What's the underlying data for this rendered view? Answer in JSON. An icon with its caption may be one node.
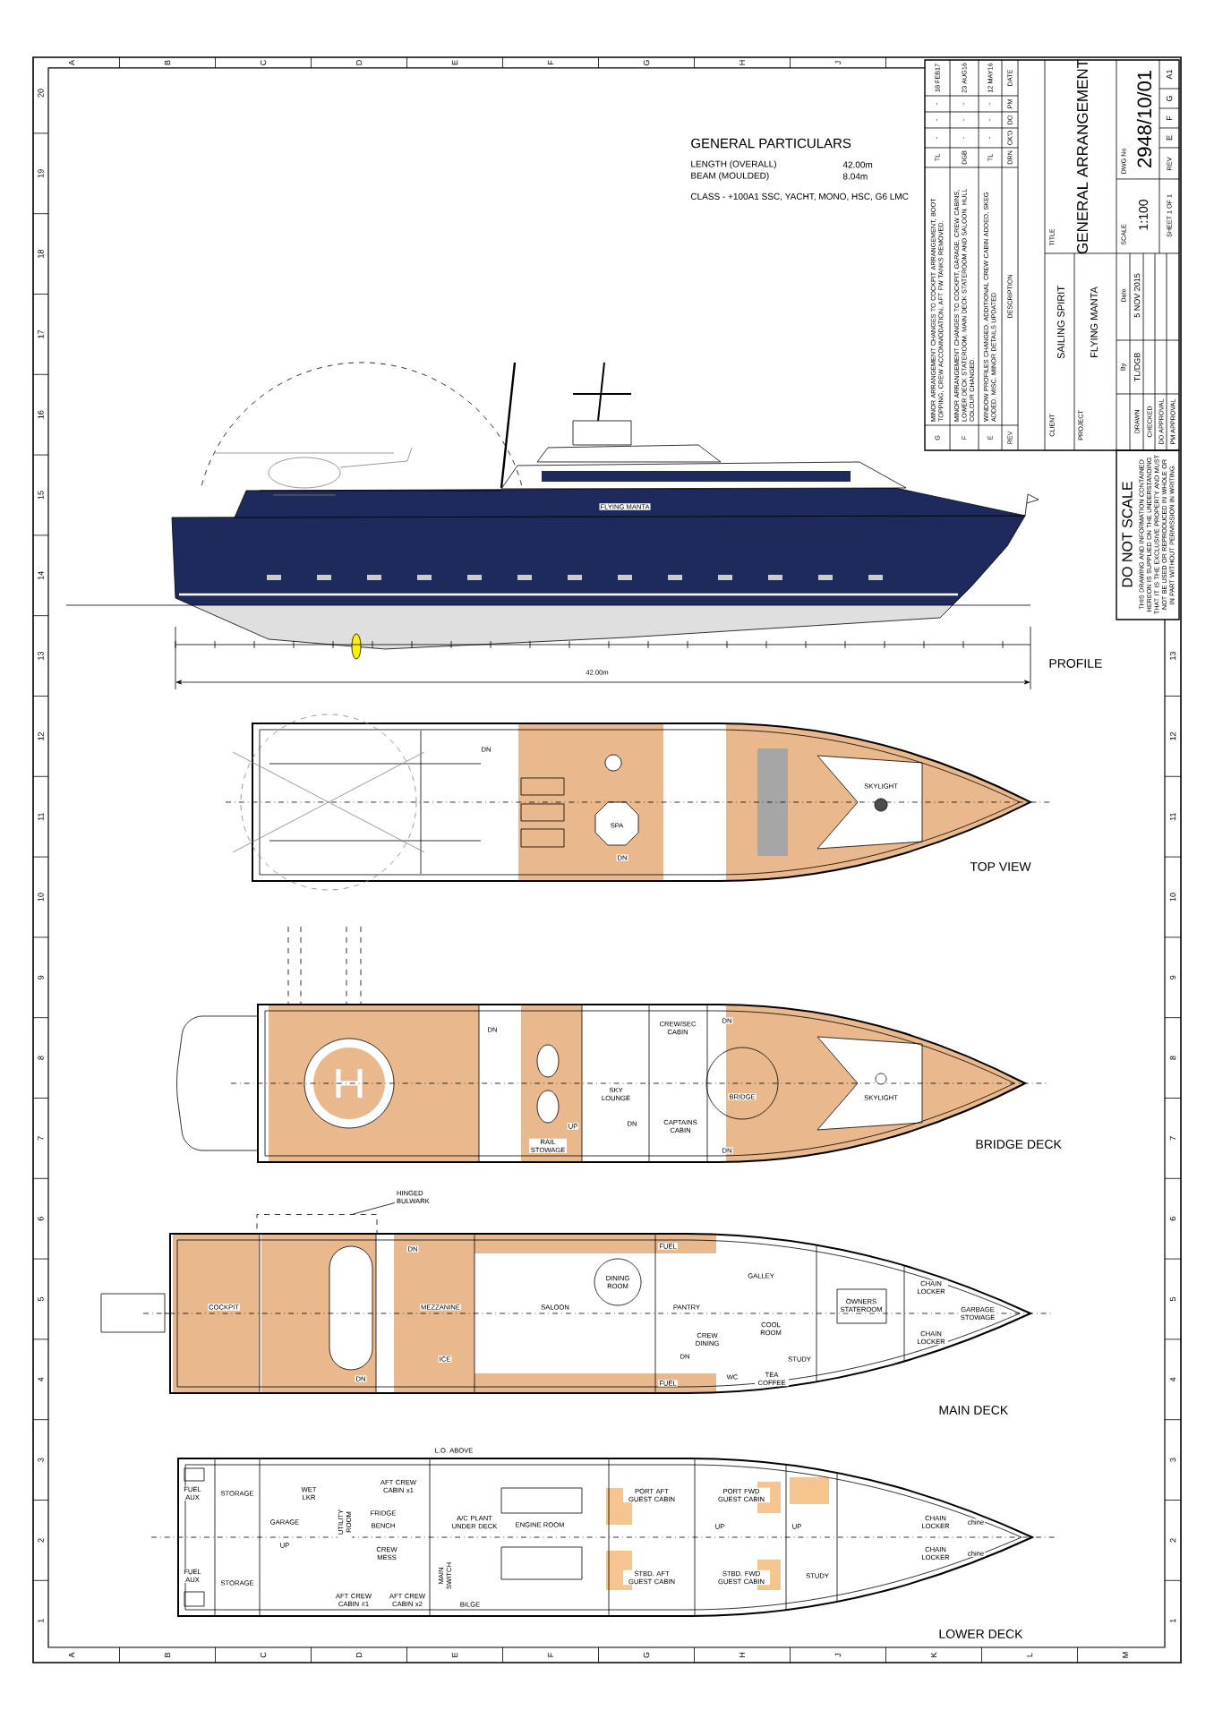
{
  "diagram": {
    "nodes": [
      {
        "text": [
          "HINGED BULWARK"
        ]
      },
      {
        "text": [],
        "shape": "box"
      }
    ],
    "edges": [
      {
        "from": 0,
        "to": 1,
        "arrow": "none"
      }
    ],
    "labels": [
      "A",
      "B",
      "C",
      "D",
      "E",
      "F",
      "G",
      "H",
      "J",
      "20",
      "19",
      "18",
      "17",
      "16",
      "15",
      "14",
      "13",
      "12",
      "11",
      "10",
      "9",
      "8",
      "7",
      "6",
      "5",
      "4",
      "3",
      "2",
      "1",
      "13",
      "12",
      "11",
      "10",
      "9",
      "8",
      "7",
      "6",
      "5",
      "4",
      "3",
      "2",
      "1",
      "A",
      "B",
      "C",
      "D",
      "E",
      "F",
      "G",
      "H",
      "J",
      "K",
      "L",
      "M",
      "GENERAL PARTICULARS",
      "LENGTH (OVERALL)",
      "42.00m",
      "BEAM (MOULDED)",
      "8.04m",
      "CLASS - +100A1 SSC, YACHT, MONO, HSC, G6 LMC",
      "G",
      "MINOR ARRANGEMENT CHANGES TO COCKPIT ARRANGEMENT, BOOT TOPPING, CREW ACCOMMODATION, AFT FW TANKS REMOVED.",
      "TL",
      "-",
      "-",
      "-",
      "18 FEB17",
      "F",
      "MINOR ARRANGEMENT CHANGES TO COCKPIT, GARAGE, CREW CABINS, LOWER DECK STATEROOM, MAIN DECK STATEROOM AND SALOON. HULL COLOUR CHANGED.",
      "DGB",
      "-",
      "-",
      "-",
      "23 AUG16",
      "E",
      "WINDOW PROFILES CHANGED, ADDITIONAL CREW CABIN ADDED, SKEG ADDED, MISC. MINOR DETAILS UPDATED",
      "TL",
      "-",
      "-",
      "-",
      "12 MAY16",
      "REV",
      "DESCRIPTION",
      "DRN",
      "CK'D",
      "DO",
      "PM",
      "DATE",
      "CLIENT",
      "SAILING SPIRIT",
      "PROJECT",
      "FLYING MANTA",
      "TITLE",
      "GENERAL ARRANGEMENT",
      "By",
      "Date",
      "DRAWN",
      "TL/DGB",
      "5 NOV 2015",
      "CHECKED",
      "DO APPROVAL",
      "PM APPROVAL",
      "SCALE",
      "1:100",
      "DWG No",
      "2948/10/01",
      "SHEET 1 OF 1",
      "REV",
      "E",
      "F",
      "G",
      "A1",
      "DO NOT SCALE",
      "THIS DRAWING AND INFORMATION CONTAINED HEREON IS SUPPLIED ON THE UNDERSTANDING THAT IT IS THE EXCLUSIVE PROPERTY AND MUST NOT BE USED OR REPRODUCED IN WHOLE OR IN PART WITHOUT PERMISSION IN WRITING.",
      "FLYING MANTA",
      "42.00m",
      "PROFILE",
      "DN",
      "SKYLIGHT",
      "SPA",
      "DN",
      "TOP VIEW",
      "DN",
      "CREW/SEC CABIN",
      "DN",
      "SKY LOUNGE",
      "BRIDGE",
      "SKYLIGHT",
      "RAIL STOWAGE",
      "UP",
      "DN",
      "CAPTAINS CABIN",
      "DN",
      "BRIDGE DECK",
      "DN",
      "FUEL",
      "DINING ROOM",
      "GALLEY",
      "CHAIN LOCKER",
      "COCKPIT",
      "MEZZANINE",
      "SALOON",
      "PANTRY",
      "OWNERS STATEROOM",
      "GARBAGE STOWAGE",
      "CREW DINING",
      "COOL ROOM",
      "CHAIN LOCKER",
      "ICE",
      "DN",
      "STUDY",
      "DN",
      "FUEL",
      "WC",
      "TEA COFFEE",
      "MAIN DECK",
      "L.O. ABOVE",
      "FUEL AUX",
      "STORAGE",
      "WET LKR",
      "AFT CREW CABIN x1",
      "PORT AFT GUEST CABIN",
      "PORT FWD GUEST CABIN",
      "GARAGE",
      "UTILITY ROOM",
      "FRIDGE",
      "BENCH",
      "A/C PLANT UNDER DECK",
      "ENGINE ROOM",
      "UP",
      "UP",
      "CHAIN LOCKER",
      "chine",
      "UP",
      "CREW MESS",
      "CHAIN LOCKER",
      "chine",
      "FUEL AUX",
      "STORAGE",
      "MAIN SWITCH",
      "STBD. AFT GUEST CABIN",
      "STBD. FWD GUEST CABIN",
      "STUDY",
      "AFT CREW CABIN #1",
      "AFT CREW CABIN x2",
      "BILGE",
      "LOWER DECK"
    ]
  }
}
